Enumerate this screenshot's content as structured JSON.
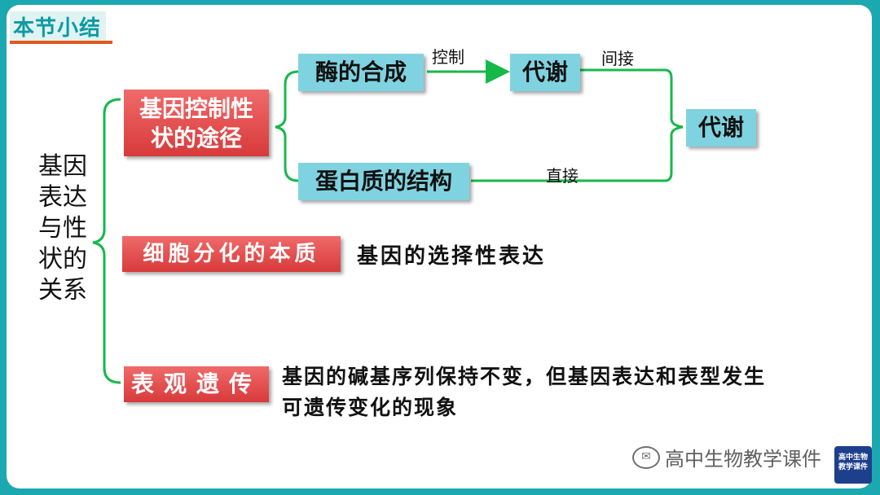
{
  "title": "本节小结",
  "root": {
    "lines": [
      "基因",
      "表达",
      "与性",
      "状的",
      "关系"
    ]
  },
  "branch1": {
    "label_lines": [
      "基因控制性",
      "状的途径"
    ],
    "enzyme": "酶的合成",
    "control": "控制",
    "metabolism_mid": "代谢",
    "indirect": "间接",
    "protein": "蛋白质的结构",
    "direct": "直接",
    "trait": "代谢"
  },
  "branch2": {
    "label": "细胞分化的本质",
    "text": "基因的选择性表达"
  },
  "branch3": {
    "label": "表观遗传",
    "text_lines": [
      "基因的碱基序列保持不变，但基因表达和表型发生",
      "可遗传变化的现象"
    ]
  },
  "watermark": "高中生物教学课件",
  "colors": {
    "green": "#17b84a",
    "red": "#e04646",
    "teal": "#7fd3e0",
    "frame": "#1ba8b0"
  }
}
